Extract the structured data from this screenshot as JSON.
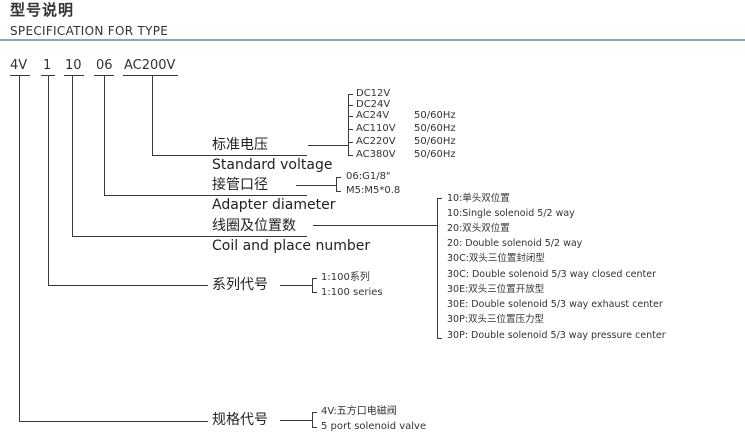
{
  "header": {
    "title_cn": "型号说明",
    "title_en": "SPECIFICATION FOR TYPE"
  },
  "codes": [
    "4V",
    "1",
    "10",
    "06",
    "AC200V"
  ],
  "voltage": {
    "label_cn": "标准电压",
    "label_en": "Standard voltage",
    "options": [
      "DC12V",
      "DC24V",
      "AC24V",
      "AC110V",
      "AC220V",
      "AC380V"
    ],
    "freqs": [
      "",
      "",
      "50/60Hz",
      "50/60Hz",
      "50/60Hz",
      "50/60Hz"
    ]
  },
  "adapter": {
    "label_cn": "接管口径",
    "label_en": "Adapter diameter",
    "options": [
      "06:G1/8\"",
      "M5:M5*0.8"
    ]
  },
  "coil": {
    "label_cn": "线圈及位置数",
    "label_en": "Coil and place number",
    "options": [
      "10:单头双位置",
      "10:Single solenoid 5/2 way",
      "20:双头双位置",
      "20: Double solenoid 5/2 way",
      "30C:双头三位置封闭型",
      "30C: Double solenoid 5/3 way closed center",
      "30E:双头三位置开放型",
      "30E: Double solenoid 5/3 way exhaust center",
      "30P:双头三位置压力型",
      "30P: Double solenoid 5/3 way pressure center"
    ]
  },
  "series": {
    "label_cn": "系列代号",
    "options": [
      "1:100系列",
      "1:100 series"
    ]
  },
  "spec": {
    "label_cn": "规格代号",
    "options": [
      "4V:五方口电磁阀",
      "5 port solenoid valve"
    ]
  }
}
